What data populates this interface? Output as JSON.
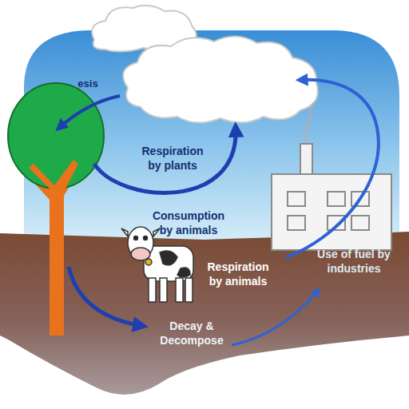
{
  "diagram": {
    "labels": [
      "esis",
      "Respiration by plants",
      "Consumption by animals",
      "Respiration by animals",
      "Use of fuel by industries",
      "Decay & Decompose"
    ]
  }
}
